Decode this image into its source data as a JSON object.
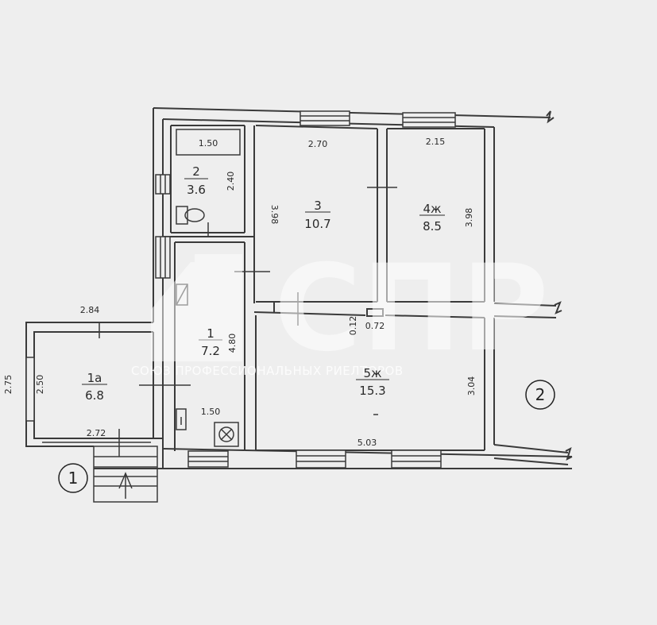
{
  "rooms": [
    {
      "id": "2",
      "number": "2",
      "area": "3.6"
    },
    {
      "id": "3",
      "number": "3",
      "area": "10.7"
    },
    {
      "id": "4",
      "number": "4ж",
      "area": "8.5"
    },
    {
      "id": "1",
      "number": "1",
      "area": "7.2"
    },
    {
      "id": "1a",
      "number": "1а",
      "area": "6.8"
    },
    {
      "id": "5",
      "number": "5ж",
      "area": "15.3"
    }
  ],
  "dimensions": {
    "bath_tub": "1.50",
    "room2_height": "2.40",
    "room3_width": "2.70",
    "room3_height": "3.98",
    "room4_width": "2.15",
    "room4_height": "3.98",
    "room1_height": "4.80",
    "room1_width": "1.50",
    "room1a_top": "2.84",
    "room1a_height": "2.50",
    "room1a_bottom": "2.72",
    "outer_left": "2.75",
    "niche_depth": "0.12",
    "niche_width": "0.72",
    "room5_width": "5.03",
    "room5_height": "3.04"
  },
  "markers": {
    "left": "1",
    "right": "2"
  },
  "watermark": {
    "logo": "СПР",
    "tagline": "СОЮЗ ПРОФЕССИОНАЛЬНЫХ РИЕЛТОРОВ"
  }
}
